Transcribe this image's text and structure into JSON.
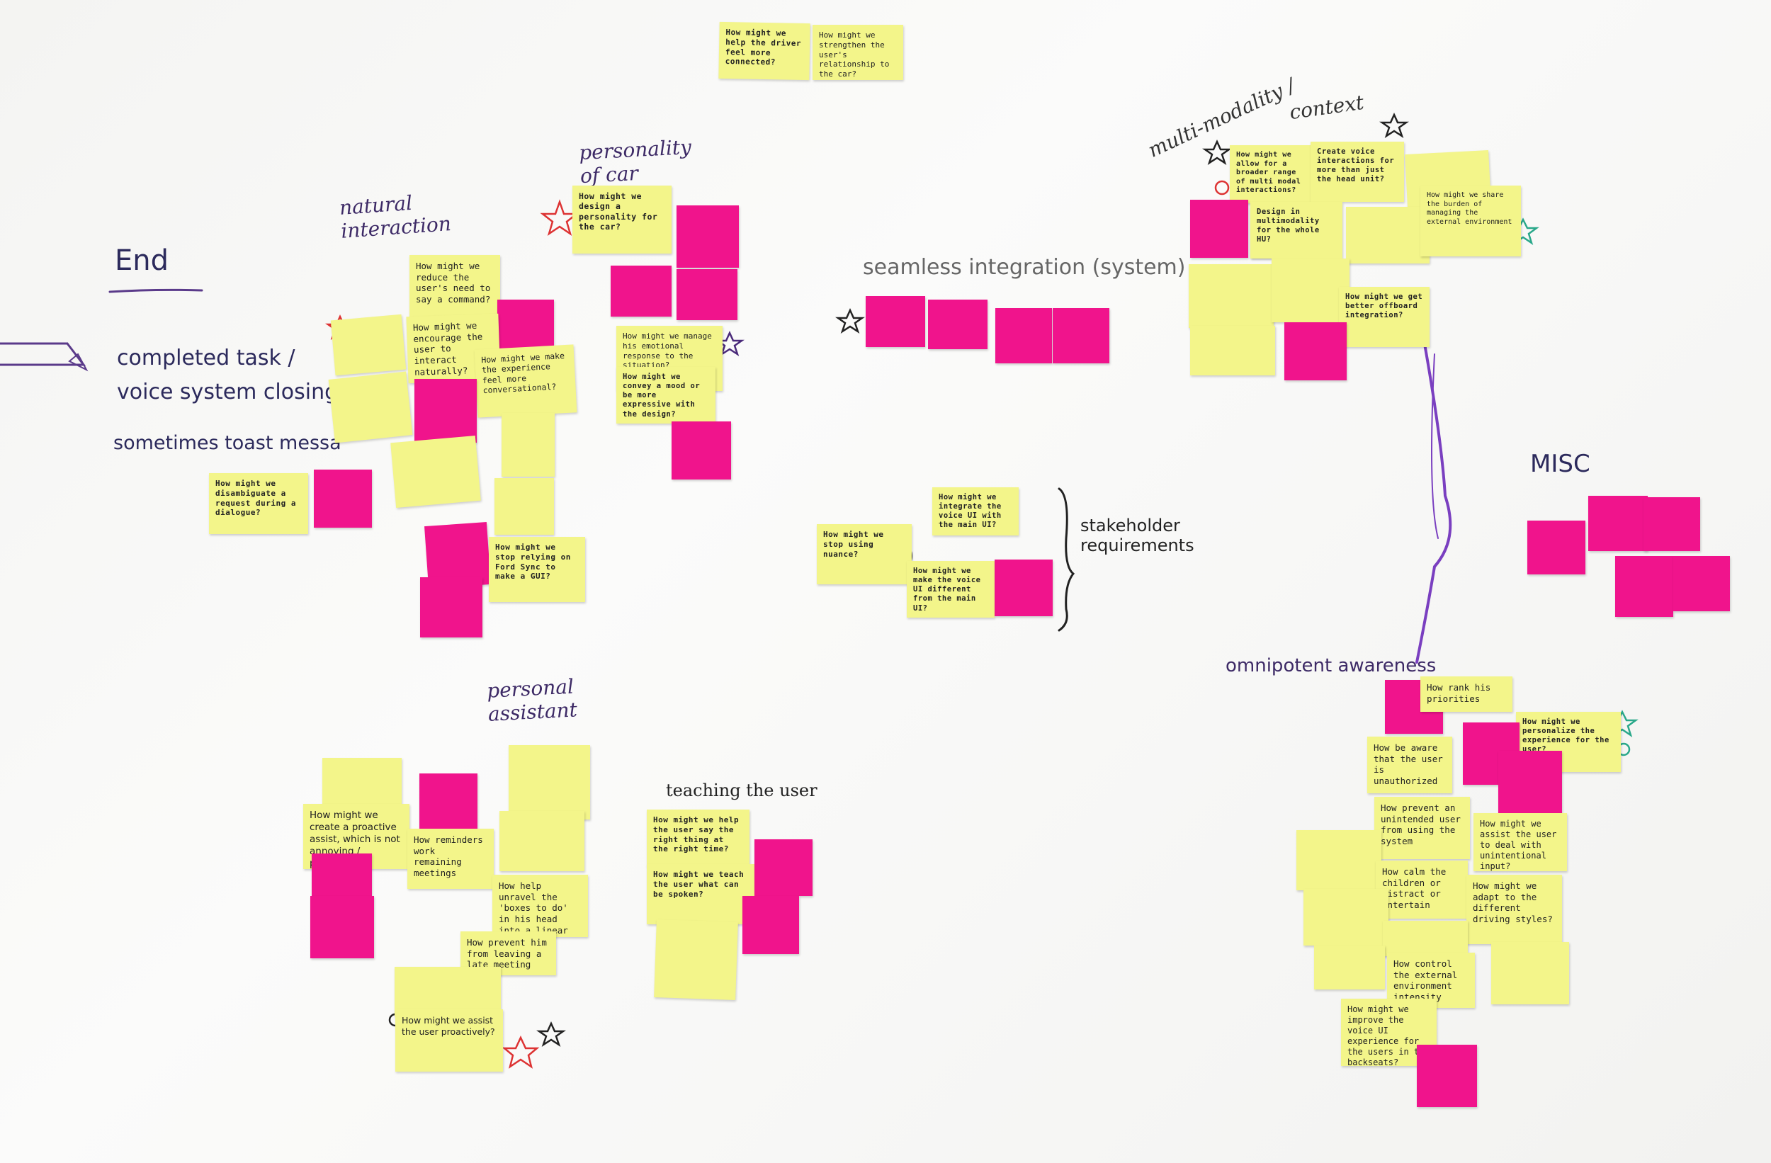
{
  "board": {
    "labels": {
      "end": "End",
      "completed": "completed task /",
      "voice_closing": "voice system closing",
      "toast": "sometimes toast messa",
      "natural": "natural interaction",
      "personality": "personality of car",
      "seamless": "seamless integration (system)",
      "multimodality": "multi-modality /",
      "context": "context",
      "misc": "MISC",
      "stakeholder": "stakeholder requirements",
      "omnipotent": "omnipotent awareness",
      "personal": "personal assistant",
      "teaching": "teaching the user"
    },
    "notes": {
      "top1": "How might we help the driver feel more connected?",
      "top2": "How might we strengthen the user's relationship to the car?",
      "n1": "How might we reduce the user's need to say a command?",
      "n2": "How might we encourage the user to interact naturally?",
      "n3": "How might we make the experience feel more conversational?",
      "n4": "How might we disambiguate a request during a dialogue?",
      "n5": "How might we stop relying on Ford Sync to make a GUI?",
      "p1": "How might we design a personality for the car?",
      "p2": "How might we manage his emotional response to the situation?",
      "p3": "How might we convey a mood or be more expressive with the design?",
      "s1": "How might we integrate the voice UI with the main UI?",
      "s2": "How might we stop using nuance?",
      "s3": "How might we make the voice UI different from the main UI?",
      "m1": "How might we allow for a broader range of multi modal interactions?",
      "m2": "Create voice interactions for more than just the head unit?",
      "m3": "Design in multimodality for the whole HU?",
      "m4": "How might we share the burden of managing the external environment",
      "m5": "How might we get better offboard integration?",
      "pa1": "How might we create a proactive assist, which is not annoying / patronizing?",
      "pa2": "How reminders work remaining meetings",
      "pa3": "How help unravel the 'boxes to do' in his head into a linear timeline",
      "pa4": "How prevent him from leaving a late meeting",
      "pa5": "How might we assist the user proactively?",
      "t1": "How might we help the user say the right thing at the right time?",
      "t2": "How might we teach the user what can be spoken?",
      "o1": "How rank his priorities",
      "o2": "How might we personalize the experience for the user?",
      "o3": "How be aware that the user is unauthorized",
      "o4": "How prevent an unintended user from using the system",
      "o5": "How might we assist the user to deal with unintentional input?",
      "o6": "How calm the children or distract or entertain",
      "o7": "How might we adapt to the different driving styles?",
      "o8": "How control the external environment intensity",
      "o9": "How might we improve the voice UI experience for the users in the backseats?"
    }
  }
}
